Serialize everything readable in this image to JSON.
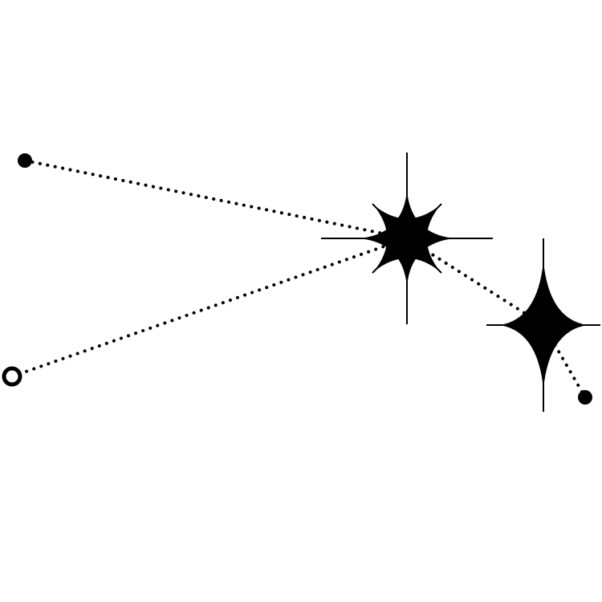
{
  "figure": {
    "kind": "constellation",
    "background_color": "#ffffff",
    "ink_color": "#000000",
    "line_style": "dotted",
    "nodes": [
      {
        "id": "upper-left-dot",
        "icon": "filled-dot-icon"
      },
      {
        "id": "lower-left-dot",
        "icon": "open-ring-icon"
      },
      {
        "id": "center-star",
        "icon": "eight-point-star-icon"
      },
      {
        "id": "right-star",
        "icon": "four-point-star-icon"
      },
      {
        "id": "lower-right-dot",
        "icon": "filled-dot-icon"
      }
    ],
    "connections": [
      {
        "from": "upper-left-dot",
        "to": "center-star"
      },
      {
        "from": "lower-left-dot",
        "to": "center-star"
      },
      {
        "from": "center-star",
        "to": "right-star"
      },
      {
        "from": "right-star",
        "to": "lower-right-dot"
      }
    ]
  }
}
